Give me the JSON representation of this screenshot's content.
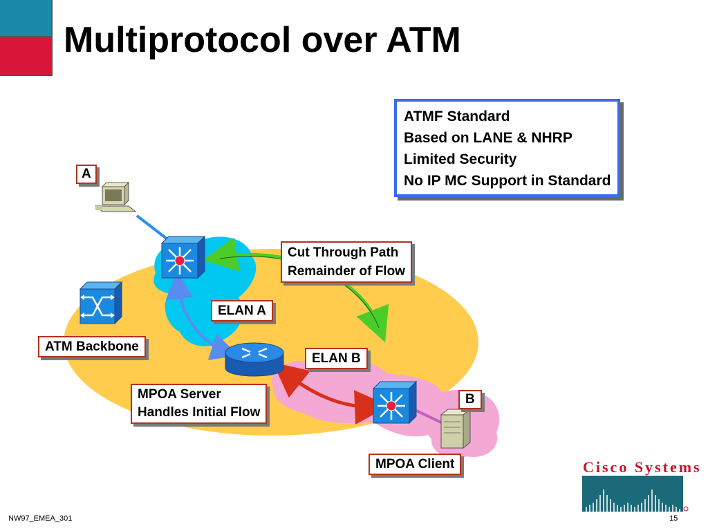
{
  "title": "Multiprotocol over ATM",
  "info_box": {
    "lines": [
      "ATMF Standard",
      "Based on LANE & NHRP",
      "Limited Security",
      "No IP MC Support in Standard"
    ]
  },
  "labels": {
    "node_a": "A",
    "node_b": "B",
    "cut_through": [
      "Cut Through Path",
      "Remainder of Flow"
    ],
    "elan_a": "ELAN A",
    "elan_b": "ELAN B",
    "atm_backbone": "ATM Backbone",
    "mpoa_server": [
      "MPOA Server",
      "Handles Initial Flow"
    ],
    "mpoa_client": "MPOA Client"
  },
  "logo": "Cisco Systems",
  "footer": {
    "code": "NW97_EMEA_301",
    "page": "15"
  },
  "colors": {
    "corner_blue": "#1a8aa8",
    "corner_red": "#d8163a",
    "backbone_ellipse": "#ffcc4d",
    "elan_a_cloud": "#00c8f0",
    "elan_b_cloud": "#f4a8d4",
    "cut_through_arrow": "#4ccc2a",
    "initial_flow_arrow": "#d8301a",
    "label_border": "#b4321c",
    "info_border": "#3a6cf0"
  }
}
